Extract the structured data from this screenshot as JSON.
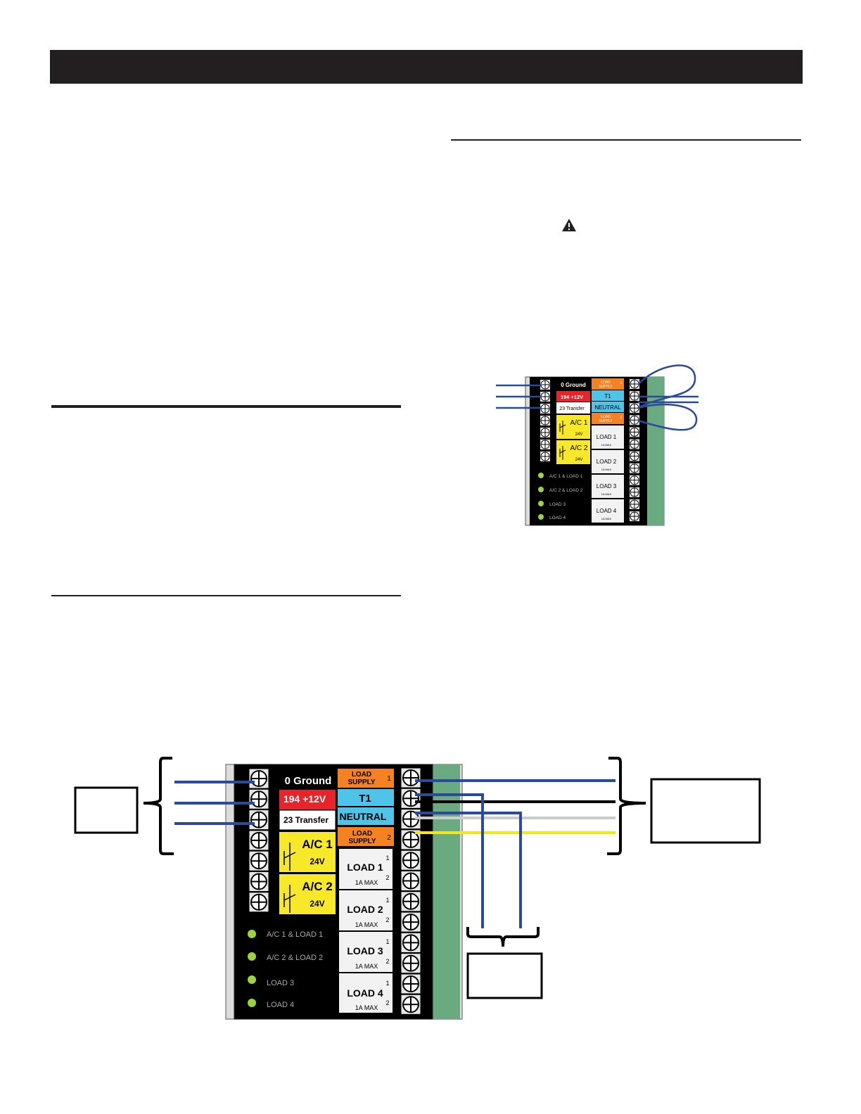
{
  "icons": {
    "warning": "warning-triangle-icon",
    "screw": "screw-terminal-icon",
    "led": "led-indicator-icon",
    "relay": "relay-contact-icon"
  },
  "colors": {
    "wire_blue": "#2a4a9a",
    "ground": "#000000",
    "plus12": "#e8232a",
    "transfer": "#ffffff",
    "load_supply": "#f58220",
    "t1": "#4fc3e8",
    "neutral": "#4fc3e8",
    "ac": "#f7e82a",
    "load": "#f2f2f2",
    "board": "#6aaa80",
    "led": "#9bd43c"
  },
  "terminal_block": {
    "left_labels": [
      {
        "text": "0 Ground",
        "color": "#000000",
        "text_color": "#ffffff"
      },
      {
        "text": "194 +12V",
        "color": "#e8232a",
        "text_color": "#ffffff"
      },
      {
        "text": "23 Transfer",
        "color": "#ffffff",
        "text_color": "#000000"
      }
    ],
    "ac": [
      {
        "label": "A/C 1",
        "voltage": "24V"
      },
      {
        "label": "A/C 2",
        "voltage": "24V"
      }
    ],
    "right_labels": {
      "load_supply_1": {
        "line1": "LOAD",
        "line2": "SUPPLY",
        "num": "1"
      },
      "t1": "T1",
      "neutral": "NEUTRAL",
      "load_supply_2": {
        "line1": "LOAD",
        "line2": "SUPPLY",
        "num": "2"
      }
    },
    "loads": [
      {
        "label": "LOAD 1",
        "rating": "1A MAX",
        "pin1": "1",
        "pin2": "2"
      },
      {
        "label": "LOAD 2",
        "rating": "1A MAX",
        "pin1": "1",
        "pin2": "2"
      },
      {
        "label": "LOAD 3",
        "rating": "1A MAX",
        "pin1": "1",
        "pin2": "2"
      },
      {
        "label": "LOAD 4",
        "rating": "1A MAX",
        "pin1": "1",
        "pin2": "2"
      }
    ],
    "leds": [
      "A/C 1 & LOAD 1",
      "A/C 2 & LOAD 2",
      "LOAD 3",
      "LOAD 4"
    ]
  },
  "small_diagram": {
    "left_labels": [
      "0 Ground",
      "194 +12V",
      "23 Transfer"
    ],
    "ac": [
      {
        "label": "A/C 1",
        "voltage": "24V"
      },
      {
        "label": "A/C 2",
        "voltage": "24V"
      }
    ],
    "load_supply_1": {
      "line1": "LOAD",
      "line2": "SUPPLY",
      "num": "1"
    },
    "t1": "T1",
    "neutral": "NEUTRAL",
    "load_supply_2": {
      "line1": "LOAD",
      "line2": "SUPPLY",
      "num": "2"
    },
    "loads": [
      {
        "label": "LOAD 1",
        "rating": "1A MAX"
      },
      {
        "label": "LOAD 2",
        "rating": "1A MAX"
      },
      {
        "label": "LOAD 3",
        "rating": "1A MAX"
      },
      {
        "label": "LOAD 4",
        "rating": "1A MAX"
      }
    ],
    "leds": [
      "A/C 1 & LOAD 1",
      "A/C 2 & LOAD 2",
      "LOAD 3",
      "LOAD 4"
    ]
  }
}
